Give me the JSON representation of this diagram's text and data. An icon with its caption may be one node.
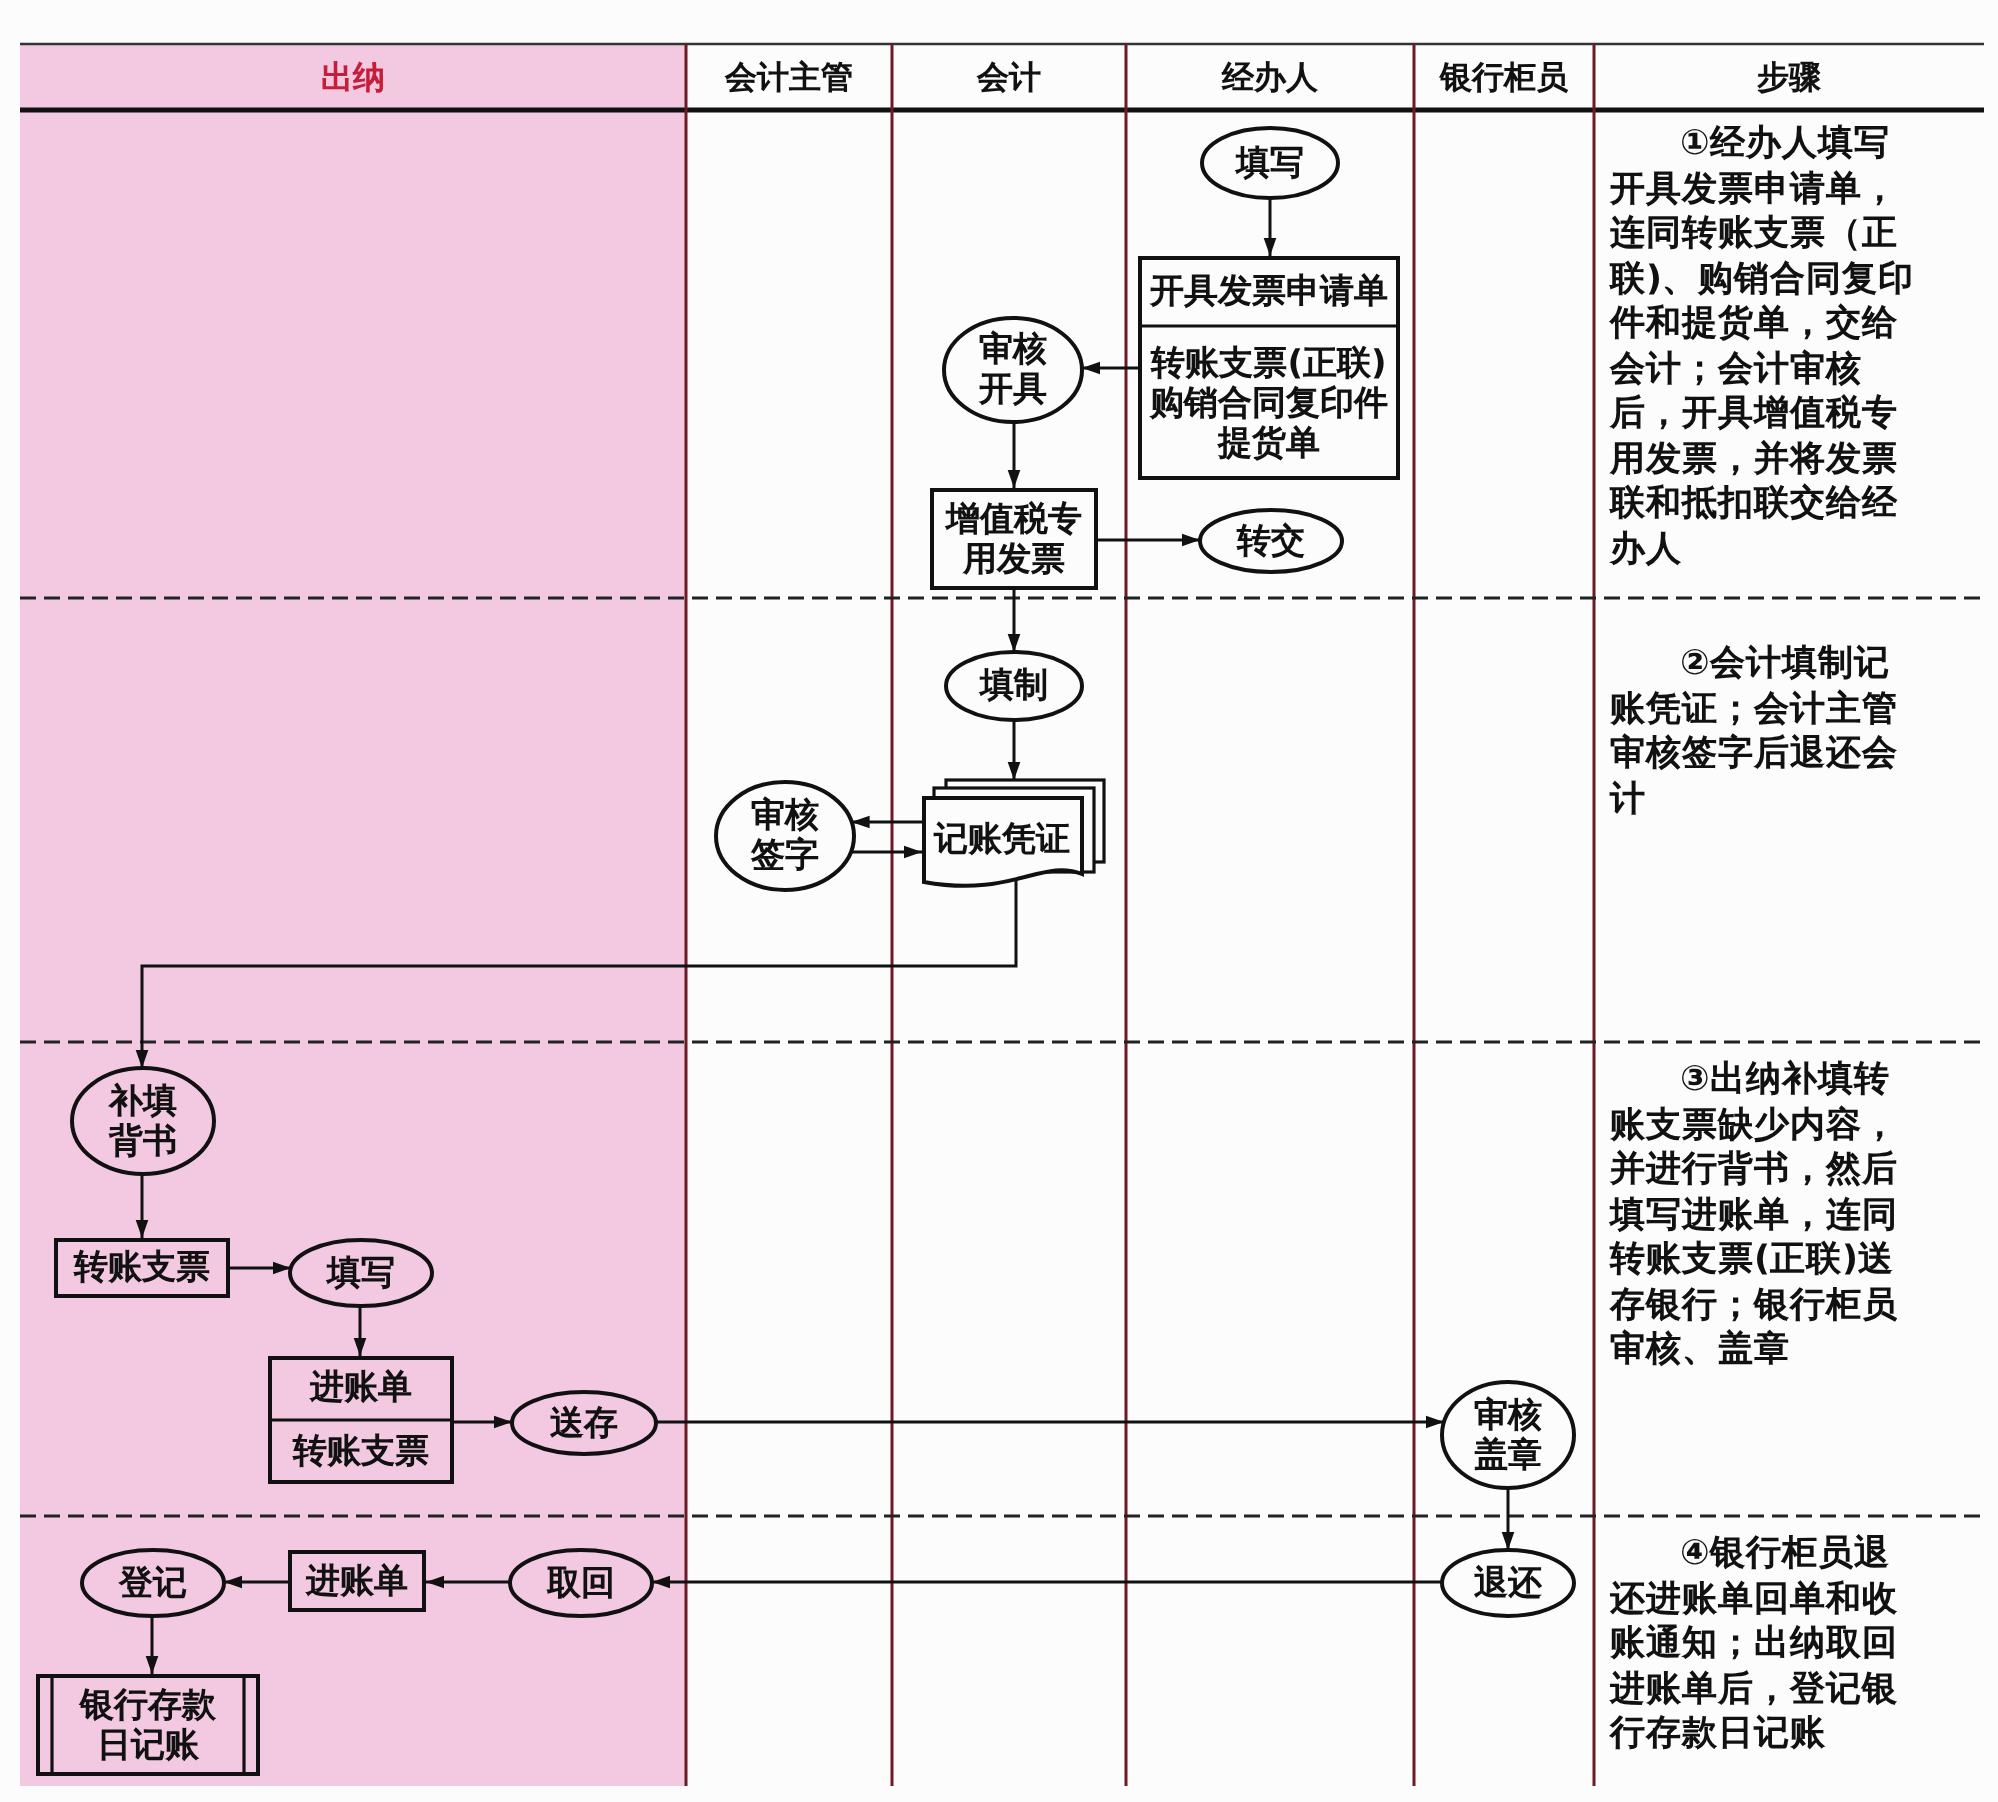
{
  "diagram": {
    "nodes": [
      {
        "text": [
          "填写"
        ]
      },
      {
        "text": [
          "开具发票申请单",
          "转账支票(正联)购销合同复印件提货单"
        ]
      },
      {
        "text": [
          "审核开具"
        ]
      },
      {
        "text": [
          "增值税专用发票"
        ]
      },
      {
        "text": [
          "转交"
        ]
      },
      {
        "text": [
          "填制"
        ]
      },
      {
        "text": [
          "记账凭证"
        ]
      },
      {
        "text": [
          "审核签字"
        ]
      },
      {
        "text": [
          "补填背书"
        ]
      },
      {
        "text": [
          "转账支票"
        ]
      },
      {
        "text": [
          "填写"
        ]
      },
      {
        "text": [
          "进账单",
          "转账支票"
        ]
      },
      {
        "text": [
          "送存"
        ]
      },
      {
        "text": [
          "审核盖章"
        ]
      },
      {
        "text": [
          "退还"
        ]
      },
      {
        "text": [
          "取回"
        ]
      },
      {
        "text": [
          "进账单"
        ]
      },
      {
        "text": [
          "登记"
        ]
      },
      {
        "text": [
          "银行存款日记账"
        ]
      }
    ],
    "edges": [
      {
        "from": 0,
        "to": 1,
        "arrow": "to"
      },
      {
        "from": 1,
        "to": 2,
        "arrow": "to"
      },
      {
        "from": 2,
        "to": 3,
        "arrow": "to"
      },
      {
        "from": 3,
        "to": 4,
        "arrow": "to"
      },
      {
        "from": 3,
        "to": 5,
        "arrow": "to"
      },
      {
        "from": 5,
        "to": 6,
        "arrow": "to"
      },
      {
        "from": 6,
        "to": 7,
        "arrow": "to"
      },
      {
        "from": 7,
        "to": 6,
        "arrow": "to"
      },
      {
        "from": 6,
        "to": 8,
        "arrow": "to"
      },
      {
        "from": 8,
        "to": 9,
        "arrow": "to"
      },
      {
        "from": 9,
        "to": 10,
        "arrow": "to"
      },
      {
        "from": 10,
        "to": 11,
        "arrow": "to"
      },
      {
        "from": 11,
        "to": 12,
        "arrow": "to"
      },
      {
        "from": 12,
        "to": 13,
        "arrow": "to"
      },
      {
        "from": 13,
        "to": 14,
        "arrow": "to"
      },
      {
        "from": 14,
        "to": 15,
        "arrow": "to"
      },
      {
        "from": 15,
        "to": 16,
        "arrow": "to"
      },
      {
        "from": 16,
        "to": 17,
        "arrow": "to"
      },
      {
        "from": 17,
        "to": 18,
        "arrow": "to"
      }
    ],
    "labels": [
      "出纳",
      "会计主管",
      "会计",
      "经办人",
      "银行柜员",
      "步骤",
      "①经办人填写开具发票申请单，连同转账支票（正联)、购销合同复印件和提货单，交给会计；会计审核后，开具增值税专用发票，并将发票联和抵扣联交给经办人",
      "②会计填制记账凭证；会计主管审核签字后退还会计",
      "③出纳补填转账支票缺少内容，并进行背书，然后填写进账单，连同转账支票(正联)送存银行；银行柜员审核、盖章",
      "④银行柜员退还进账单回单和收账通知；出纳取回进账单后，登记银行存款日记账"
    ]
  }
}
